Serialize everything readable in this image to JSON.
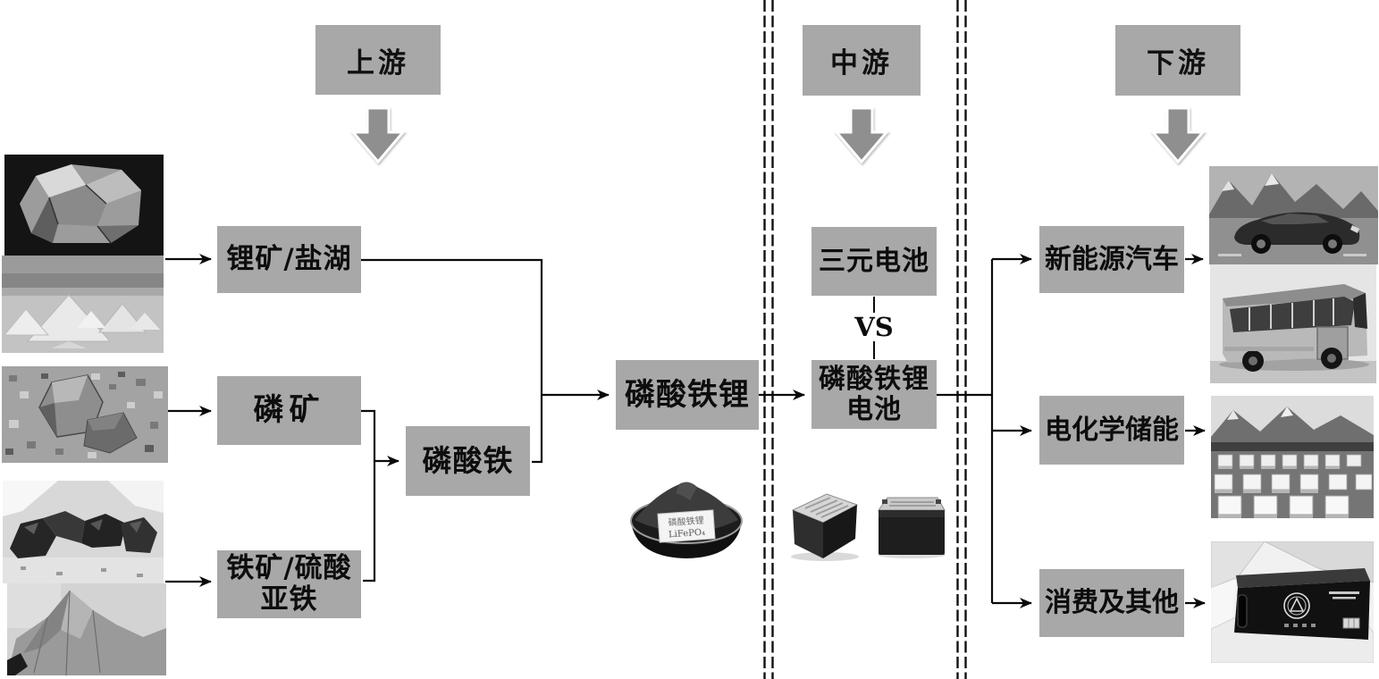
{
  "diagram": {
    "stages": {
      "upstream": {
        "label": "上游"
      },
      "midstream": {
        "label": "中游"
      },
      "downstream": {
        "label": "下游"
      }
    },
    "nodes": {
      "lithium_source": {
        "label": "锂矿/盐湖"
      },
      "phosphate_ore": {
        "label": "磷矿"
      },
      "iron_source": {
        "line1": "铁矿/硫酸",
        "line2": "亚铁"
      },
      "iron_phosphate": {
        "label": "磷酸铁"
      },
      "lfp": {
        "label": "磷酸铁锂"
      },
      "ternary_battery": {
        "label": "三元电池"
      },
      "versus": {
        "label": "VS"
      },
      "lfp_battery": {
        "line1": "磷酸铁锂",
        "line2": "电池"
      },
      "nev": {
        "label": "新能源汽车"
      },
      "electrochemical_storage": {
        "label": "电化学储能"
      },
      "consumer_other": {
        "label": "消费及其他"
      }
    },
    "photo_captions": {
      "powder_label_line1": "磷酸铁锂",
      "powder_label_line2": "LiFePO₄"
    },
    "colors": {
      "node_fill": "#a8a8a8",
      "stage_fill": "#a8a8a8",
      "connector": "#0a0a0a",
      "stage_arrow_fill": "#8f8f8f",
      "background": "#ffffff"
    }
  }
}
